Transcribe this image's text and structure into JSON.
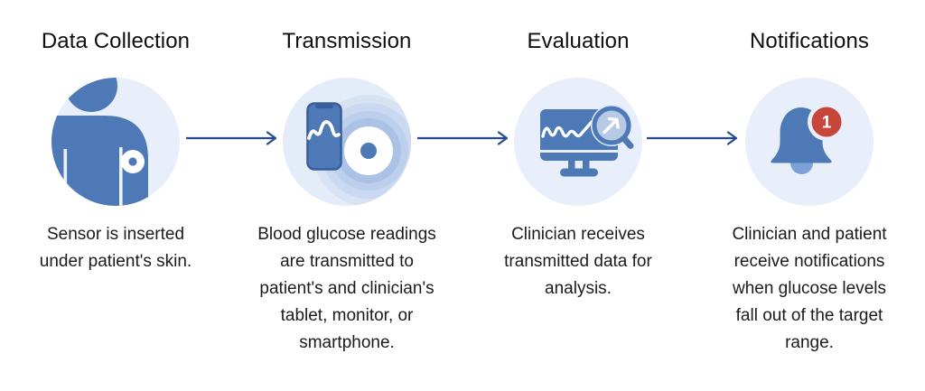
{
  "diagram": {
    "type": "process-flow",
    "direction": "left-to-right",
    "colors": {
      "icon_blue": "#4e79b7",
      "icon_blue_dark": "#3a5e9d",
      "circle_bg": "#e8effb",
      "arrow_navy": "#2a4a8f",
      "badge_red": "#c7453a",
      "clapper_light_blue": "#7ba1d6",
      "title_text": "#0e0e0e",
      "body_text": "#1b1b1b"
    },
    "steps": [
      {
        "title": "Data Collection",
        "icon": "patient-with-sensor-icon",
        "description": "Sensor is inserted\nunder patient's skin."
      },
      {
        "title": "Transmission",
        "icon": "smartphone-signal-icon",
        "description": "Blood glucose readings\nare transmitted to\npatient's and clinician's\ntablet, monitor, or\nsmartphone."
      },
      {
        "title": "Evaluation",
        "icon": "monitor-analysis-icon",
        "description": "Clinician receives\ntransmitted data for\nanalysis."
      },
      {
        "title": "Notifications",
        "icon": "notification-bell-icon",
        "badge": "1",
        "description": "Clinician and patient\nreceive notifications\nwhen glucose levels\nfall out of the target\nrange."
      }
    ]
  }
}
